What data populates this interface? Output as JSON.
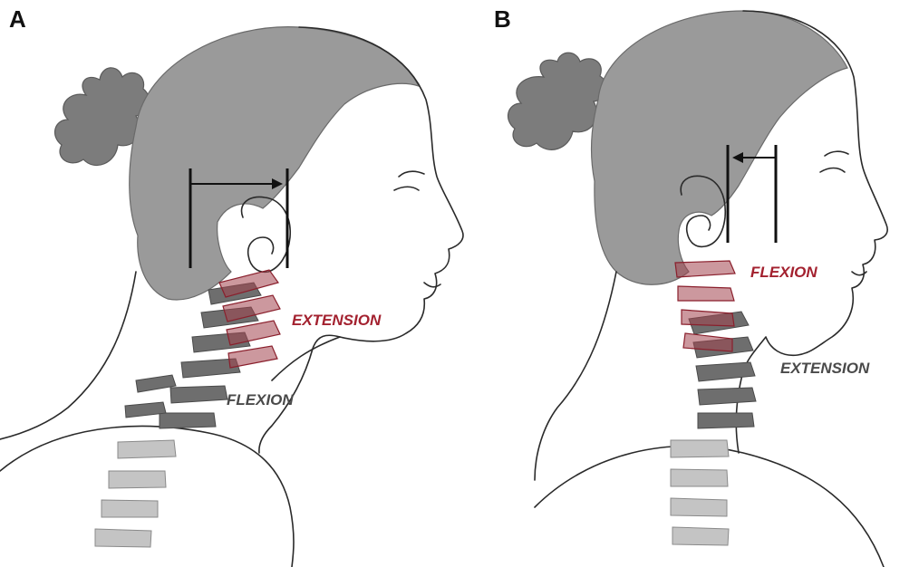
{
  "panels": [
    {
      "letter": "A",
      "labels": {
        "red": "EXTENSION",
        "dark": "FLEXION"
      }
    },
    {
      "letter": "B",
      "labels": {
        "red": "FLEXION",
        "dark": "EXTENSION"
      }
    }
  ],
  "colors": {
    "red_label": "#a3212f",
    "dark_label": "#4a4a4a",
    "hair": "#9a9a9a",
    "vertebra_dark": "#6e6e6e",
    "vertebra_light": "#c4c4c4"
  }
}
